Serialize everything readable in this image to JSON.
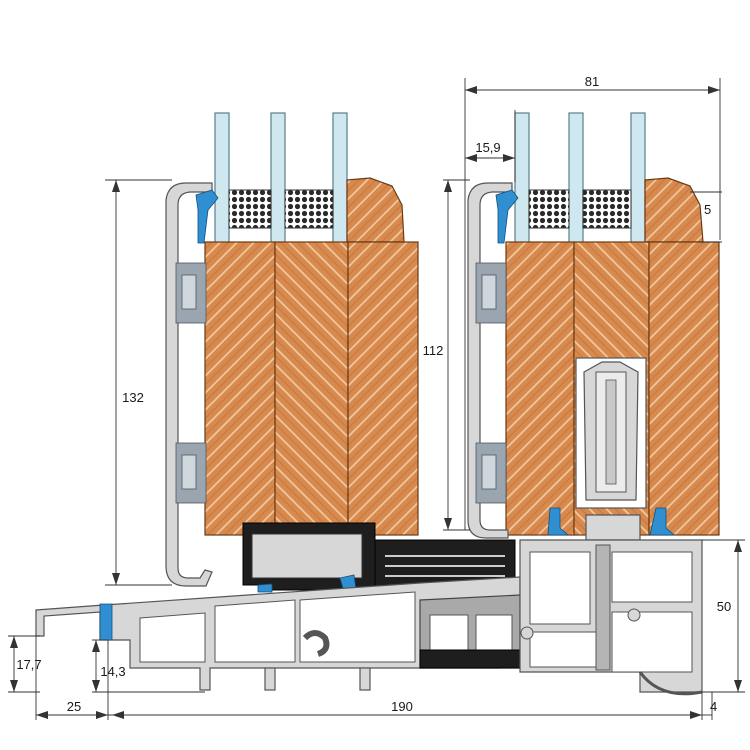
{
  "dimensions": {
    "overall_width": "81",
    "glass_offset": "15,9",
    "top_step": "5",
    "left_height": "132",
    "right_height": "112",
    "sill_height": "50",
    "left_low_height": "17,7",
    "left_inner_height": "14,3",
    "left_width": "25",
    "total_width": "190",
    "right_tab": "4"
  },
  "colors": {
    "wood": "#d88a4e",
    "wood_line": "#f4d1ae",
    "aluminium": "#d7d7d7",
    "glass": "#cfe7ef",
    "gasket": "#2f8fd0"
  }
}
